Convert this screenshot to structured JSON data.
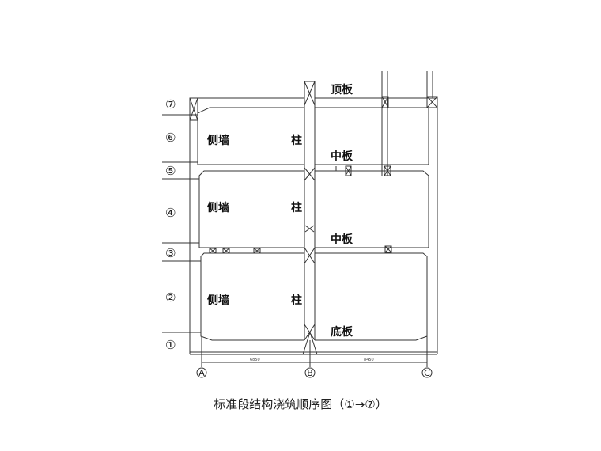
{
  "diagram": {
    "caption": "标准段结构浇筑顺序图（①→⑦）",
    "labels": {
      "top_slab": "顶板",
      "middle_slab_upper": "中板",
      "middle_slab_lower": "中板",
      "bottom_slab": "底板",
      "side_wall_1": "侧墙",
      "side_wall_2": "侧墙",
      "side_wall_3": "侧墙",
      "column_1": "柱",
      "column_2": "柱",
      "column_3": "柱"
    },
    "sequence": [
      "⑦",
      "⑥",
      "⑤",
      "④",
      "③",
      "②",
      "①"
    ],
    "axes": [
      "Ⓐ",
      "Ⓑ",
      "Ⓒ"
    ],
    "dimensions": [
      "6850",
      "8450"
    ]
  }
}
